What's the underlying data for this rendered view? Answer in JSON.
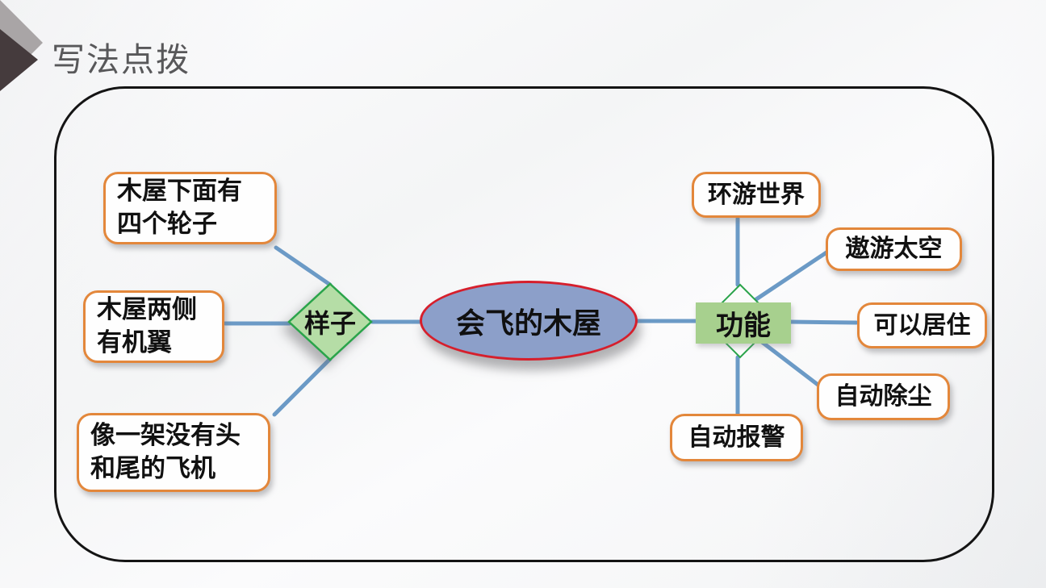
{
  "slide": {
    "title": "写法点拨",
    "colors": {
      "line_blue": "#6b9ac6",
      "ellipse_fill": "#8c9fc9",
      "ellipse_border_red": "#d61f2c",
      "diamond_fill": "#b5dda6",
      "diamond_border_green": "#2aa44a",
      "branch_rect_fill": "#a7d08e",
      "box_border_orange": "#e3873b",
      "frame_border": "#141414",
      "title_gray": "#58585a"
    },
    "mindmap": {
      "center": {
        "label": "会飞的木屋"
      },
      "left_branch": {
        "label": "样子",
        "items": [
          "木屋下面有\n四个轮子",
          "木屋两侧\n有机翼",
          "像一架没有头\n和尾的飞机"
        ]
      },
      "right_branch": {
        "label": "功能",
        "items": [
          "环游世界",
          "遨游太空",
          "可以居住",
          "自动除尘",
          "自动报警"
        ]
      }
    }
  }
}
